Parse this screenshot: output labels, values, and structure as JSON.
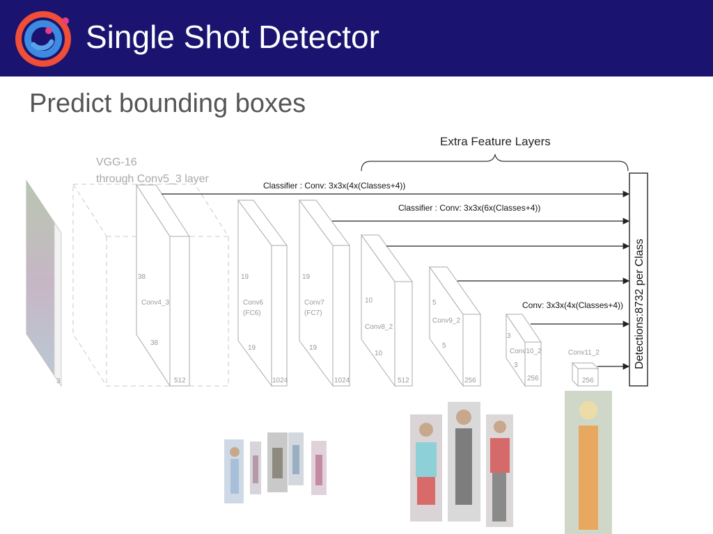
{
  "slide": {
    "title": "Single Shot Detector",
    "subtitle": "Predict bounding boxes"
  },
  "diagram": {
    "extra_feature_layers": "Extra Feature Layers",
    "vgg_label": "VGG-16",
    "vgg_sublabel": "through Conv5_3 layer",
    "classifier_1": "Classifier : Conv: 3x3x(4x(Classes+4))",
    "classifier_2": "Classifier : Conv: 3x3x(6x(Classes+4))",
    "classifier_3": "Conv: 3x3x(4x(Classes+4))",
    "detections": "Detections:8732 per Class",
    "input_depth": "3",
    "layers": [
      {
        "name": "Conv4_3",
        "sub": "",
        "height": "38",
        "width": "38",
        "channels": "512"
      },
      {
        "name": "Conv6",
        "sub": "(FC6)",
        "height": "19",
        "width": "19",
        "channels": "1024"
      },
      {
        "name": "Conv7",
        "sub": "(FC7)",
        "height": "19",
        "width": "19",
        "channels": "1024"
      },
      {
        "name": "Conv8_2",
        "sub": "",
        "height": "10",
        "width": "10",
        "channels": "512"
      },
      {
        "name": "Conv9_2",
        "sub": "",
        "height": "5",
        "width": "5",
        "channels": "256"
      },
      {
        "name": "Conv10_2",
        "sub": "",
        "height": "3",
        "width": "3",
        "channels": "256"
      },
      {
        "name": "Conv11_2",
        "sub": "",
        "height": "",
        "width": "",
        "channels": "256"
      }
    ]
  },
  "colors": {
    "header_bg": "#1a1470",
    "logo_ring": "#ef5a3c",
    "logo_inner": "#3a86d8"
  }
}
